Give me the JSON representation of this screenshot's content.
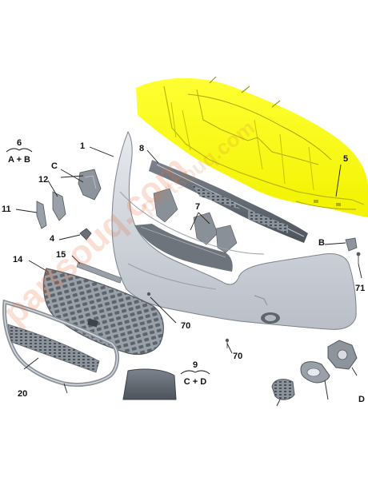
{
  "watermark": {
    "text_main": "partsouq.com",
    "text_side": "partsouq.com",
    "color": "#e8703c"
  },
  "highlight_color": "#ffff00",
  "callouts": [
    {
      "id": "1",
      "text": "1"
    },
    {
      "id": "4",
      "text": "4"
    },
    {
      "id": "5",
      "text": "5"
    },
    {
      "id": "7",
      "text": "7"
    },
    {
      "id": "8",
      "text": "8"
    },
    {
      "id": "11",
      "text": "11"
    },
    {
      "id": "12",
      "text": "12"
    },
    {
      "id": "14",
      "text": "14"
    },
    {
      "id": "15",
      "text": "15"
    },
    {
      "id": "20",
      "text": "20"
    },
    {
      "id": "70a",
      "text": "70"
    },
    {
      "id": "70b",
      "text": "70"
    },
    {
      "id": "71",
      "text": "71"
    },
    {
      "id": "B",
      "text": "B"
    },
    {
      "id": "C",
      "text": "C"
    },
    {
      "id": "D",
      "text": "D"
    }
  ],
  "groups": {
    "g6": {
      "top": "6",
      "bottom": "A + B"
    },
    "g9": {
      "top": "9",
      "bottom": "C + D"
    }
  }
}
